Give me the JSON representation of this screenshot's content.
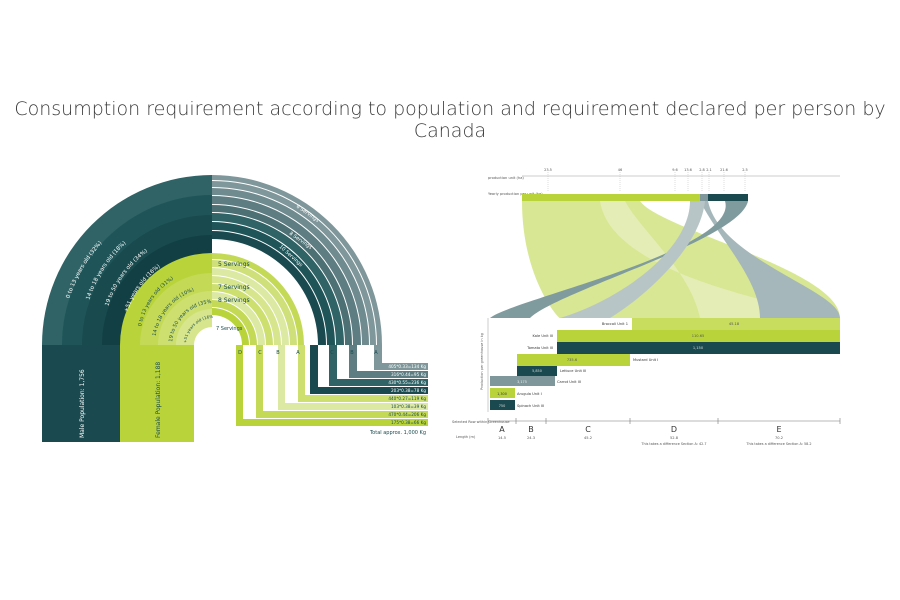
{
  "title": "Consumption requirement according to population and requirement declared per person by Canada",
  "colors": {
    "dark_teal": "#1a4a4f",
    "mid_teal": "#2f6366",
    "slate": "#5d7d82",
    "gray_teal": "#7f979a",
    "lime": "#b9d43b",
    "light_lime": "#cfe07a",
    "pale_lime": "#dce9a3"
  },
  "left": {
    "male_population": "Male Population: 1,756",
    "female_population": "Female Population: 1,188",
    "male_groups": [
      "0 to 13 years old (32%)",
      "14 to 18 years old (18%)",
      "19 to 50 years old (34%)",
      "+51 years old (16%)"
    ],
    "female_groups": [
      "0 to 13 years old (31%)",
      "14 to 18 years old (10%)",
      "19 to 50 years old (35%)",
      "+51 years old (16%)"
    ],
    "male_servings": [
      "6 Servings",
      "8 Servings",
      "10 Servings",
      "7 Servings"
    ],
    "female_servings": [
      "5 Servings",
      "7 Servings",
      "8 Servings",
      "7 Servings"
    ],
    "column_letters": [
      "D",
      "C",
      "B",
      "A",
      "D",
      "C",
      "B",
      "A"
    ],
    "totals": [
      "405*0.33=134 Kg",
      "316*0.44=95 Kg",
      "430*0.55=236 Kg",
      "203*0.38=78 Kg",
      "440*0.27=119 Kg",
      "103*0.38=39 Kg",
      "470*0.44=206 Kg",
      "175*0.38=66 Kg"
    ],
    "grand_total": "Total approx. 1,000 Kg"
  },
  "right": {
    "top_axis_label": "production unit (ha)",
    "top_values": [
      "23.5",
      "46",
      "9.6",
      "13.6",
      "2.8",
      "2.1",
      "21.6",
      "2.5"
    ],
    "yearly_label": "Yearly production per unit (kg)",
    "units": [
      {
        "label": "Broccoli Unit 1",
        "value": "45.18"
      },
      {
        "label": "Kale Unit III",
        "value": "110.65"
      },
      {
        "label": "Tomato Unit III",
        "value": "1,150"
      },
      {
        "label": "Mustard Unit I",
        "value": "735.6"
      },
      {
        "label": "Lettuce Unit III",
        "value": "5,850"
      },
      {
        "label": "Carrot Unit III",
        "value": "3,175"
      },
      {
        "label": "Arugula Unit I",
        "value": "1,300"
      },
      {
        "label": "Spinach Unit III",
        "value": "750"
      }
    ],
    "vertical_axis_label": "Production per greenhouse in kg",
    "section_label": "Selected Row within Greenhouse",
    "length_label": "Length (m)",
    "sections": [
      {
        "letter": "A",
        "length": "14.5",
        "note": ""
      },
      {
        "letter": "B",
        "length": "24.3",
        "note": ""
      },
      {
        "letter": "C",
        "length": "45.2",
        "note": ""
      },
      {
        "letter": "D",
        "length": "52.8",
        "note": "This takes a difference Section A: 42.7"
      },
      {
        "letter": "E",
        "length": "70.2",
        "note": "This takes a difference Section A: 58.2"
      }
    ]
  }
}
